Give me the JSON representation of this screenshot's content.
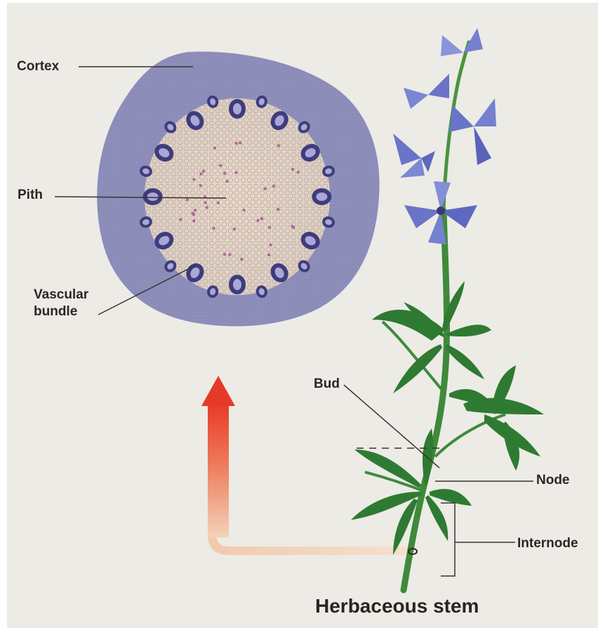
{
  "labels": {
    "cortex": "Cortex",
    "pith": "Pith",
    "vascular_line1": "Vascular",
    "vascular_line2": "bundle",
    "bud": "Bud",
    "node": "Node",
    "internode": "Internode"
  },
  "caption": "Herbaceous stem",
  "colors": {
    "background": "#ecebe6",
    "cortex": "#8f8fbb",
    "pith": "#e7d9c8",
    "vascular_bundle": "#3e3c7c",
    "stem": "#3f8a3a",
    "leaf": "#2f7a32",
    "flower": "#6a74c8",
    "arrow_top": "#e83a2a",
    "arrow_bottom": "#f3d3b8",
    "text": "#2c2623"
  }
}
